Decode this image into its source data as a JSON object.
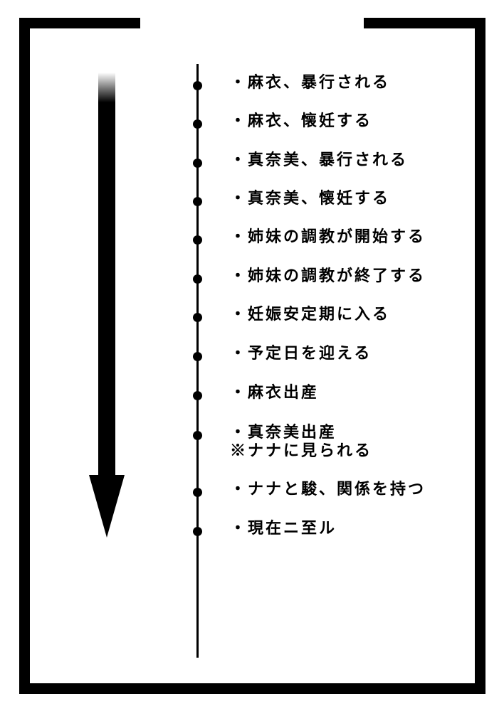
{
  "timeline": {
    "events": [
      {
        "label": "・麻衣、暴行される"
      },
      {
        "label": "・麻衣、懐妊する"
      },
      {
        "label": "・真奈美、暴行される"
      },
      {
        "label": "・真奈美、懐妊する"
      },
      {
        "label": "・姉妹の調教が開始する"
      },
      {
        "label": "・姉妹の調教が終了する"
      },
      {
        "label": "・妊娠安定期に入る"
      },
      {
        "label": "・予定日を迎える"
      },
      {
        "label": "・麻衣出産"
      },
      {
        "label": "・真奈美出産",
        "note": "※ナナに見られる"
      },
      {
        "label": "・ナナと駿、関係を持つ"
      },
      {
        "label": "・現在ニ至ル"
      }
    ]
  },
  "colors": {
    "ink": "#000000",
    "paper": "#ffffff"
  }
}
